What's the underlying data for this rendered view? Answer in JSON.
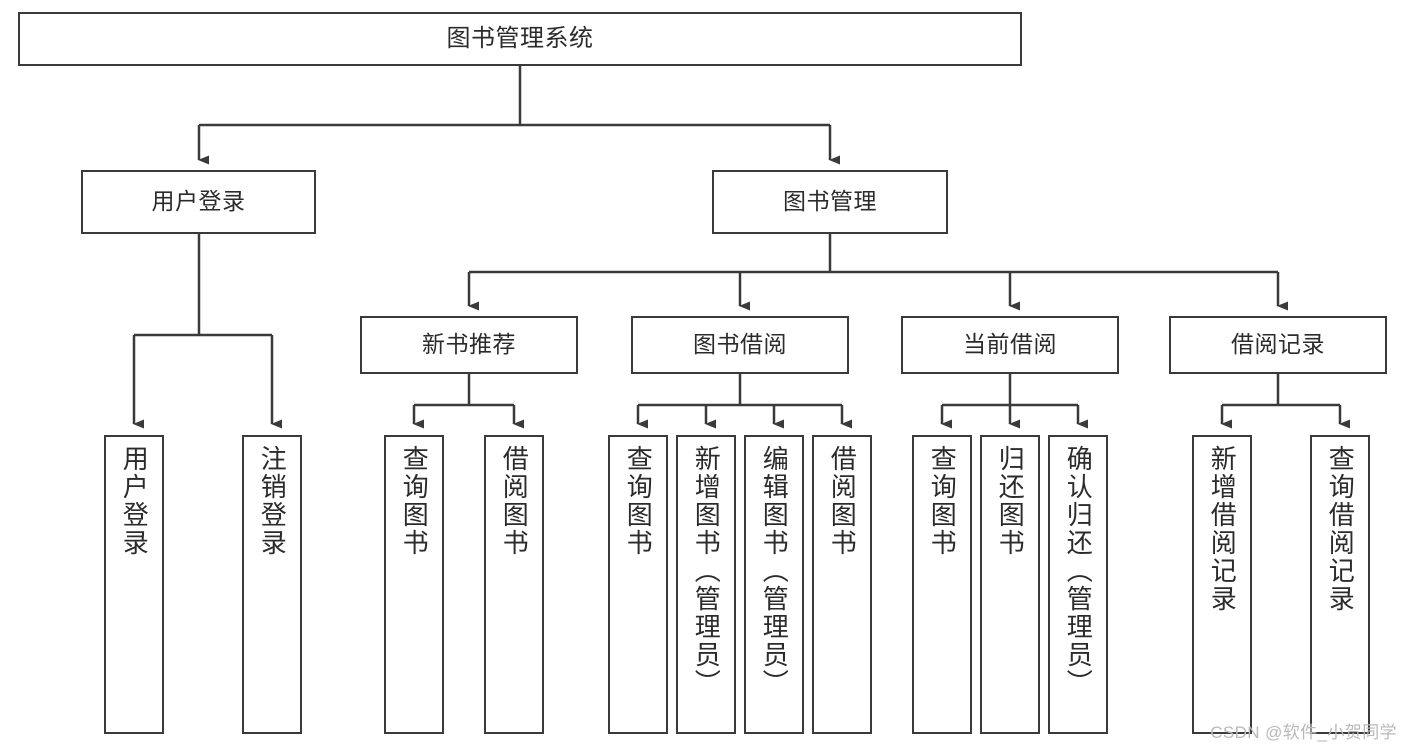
{
  "diagram": {
    "title": "图书管理系统",
    "watermark": "CSDN @软件_小贺同学",
    "colors": {
      "box_border": "#3a3a3a",
      "background": "#ffffff",
      "connector": "#3a3a3a",
      "text": "#2b2b2b",
      "watermark": "#b9b9b9"
    },
    "nodes": {
      "root": {
        "label": "图书管理系统"
      },
      "level2": [
        {
          "label": "用户登录"
        },
        {
          "label": "图书管理"
        }
      ],
      "level3": [
        {
          "label": "新书推荐"
        },
        {
          "label": "图书借阅"
        },
        {
          "label": "当前借阅"
        },
        {
          "label": "借阅记录"
        }
      ],
      "leaves": {
        "user_login": [
          {
            "label": "用户登录"
          },
          {
            "label": "注销登录"
          }
        ],
        "new_book_recommend": [
          {
            "label": "查询图书"
          },
          {
            "label": "借阅图书"
          }
        ],
        "book_borrow": [
          {
            "label": "查询图书"
          },
          {
            "label": "新增图书（管理员）"
          },
          {
            "label": "编辑图书（管理员）"
          },
          {
            "label": "借阅图书"
          }
        ],
        "current_borrow": [
          {
            "label": "查询图书"
          },
          {
            "label": "归还图书"
          },
          {
            "label": "确认归还（管理员）"
          }
        ],
        "borrow_record": [
          {
            "label": "新增借阅记录"
          },
          {
            "label": "查询借阅记录"
          }
        ]
      }
    }
  }
}
